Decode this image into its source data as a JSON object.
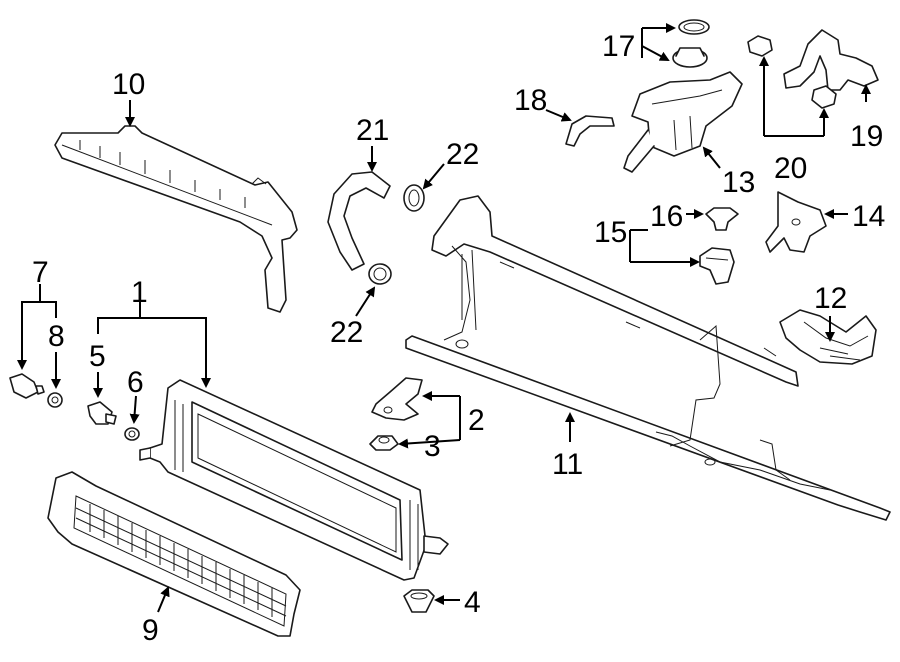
{
  "diagram": {
    "callouts": {
      "c1": "1",
      "c2": "2",
      "c3": "3",
      "c4": "4",
      "c5": "5",
      "c6": "6",
      "c7": "7",
      "c8": "8",
      "c9": "9",
      "c10": "10",
      "c11": "11",
      "c12": "12",
      "c13": "13",
      "c14": "14",
      "c15": "15",
      "c16": "16",
      "c17": "17",
      "c18": "18",
      "c19": "19",
      "c20": "20",
      "c21": "21",
      "c22a": "22",
      "c22b": "22"
    },
    "colors": {
      "line": "#1a1a1a",
      "background": "#ffffff"
    }
  }
}
